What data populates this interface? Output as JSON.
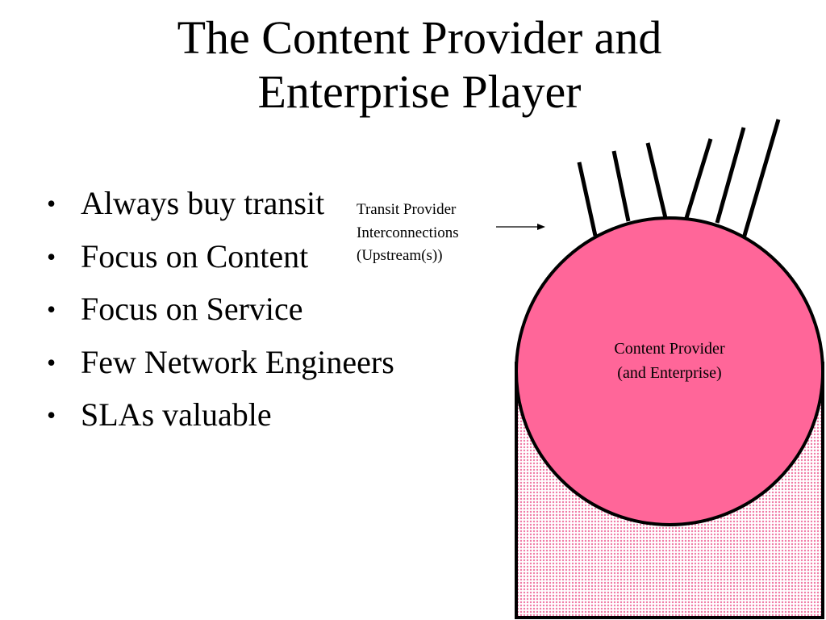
{
  "title": {
    "line1": "The Content Provider and",
    "line2": "Enterprise Player"
  },
  "bullets": [
    "Always buy transit",
    "Focus on Content",
    "Focus on Service",
    "Few Network Engineers",
    "SLAs valuable"
  ],
  "callout": {
    "line1": "Transit Provider",
    "line2": "Interconnections",
    "line3": "(Upstream(s))"
  },
  "node": {
    "line1": "Content Provider",
    "line2": "(and Enterprise)"
  },
  "colors": {
    "node_fill": "#ff6699",
    "pattern_dot": "#f07aa6",
    "stroke": "#000000"
  }
}
